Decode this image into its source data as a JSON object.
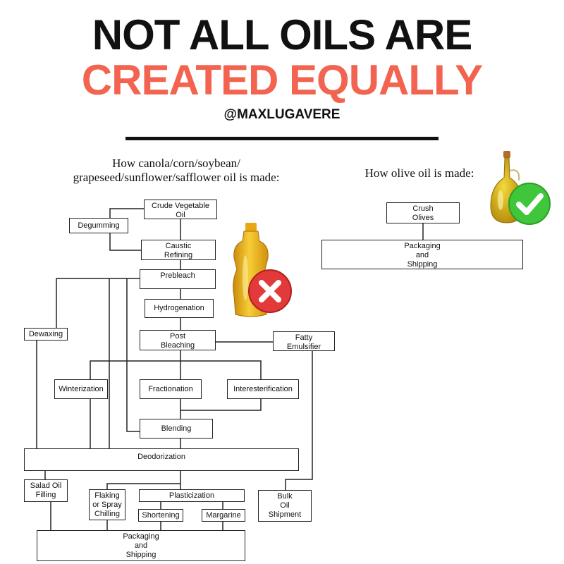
{
  "header": {
    "line1": "NOT ALL OILS ARE",
    "line2": "CREATED EQUALLY",
    "handle": "@MAXLUGAVERE",
    "colors": {
      "line1": "#111111",
      "line2": "#f26350"
    }
  },
  "seed_oil_section": {
    "caption_line1": "How canola/corn/soybean/",
    "caption_line2": "grapeseed/sunflower/safflower oil is made:",
    "badge_icon": "red-x-icon",
    "steps": {
      "crude_vegetable_oil": "Crude Vegetable\nOil",
      "degumming": "Degumming",
      "caustic_refining": "Caustic\nRefining",
      "prebleach": "Prebleach",
      "hydrogenation": "Hydrogenation",
      "dewaxing": "Dewaxing",
      "post_bleaching": "Post\nBleaching",
      "fatty_emulsifier": "Fatty\nEmulsifier",
      "winterization": "Winterization",
      "fractionation": "Fractionation",
      "interesterification": "Interesterification",
      "blending": "Blending",
      "deodorization": "Deodorization",
      "salad_oil_filling": "Salad Oil\nFilling",
      "flaking_or_spray_chilling": "Flaking\nor Spray\nChilling",
      "plasticization": "Plasticization",
      "shortening": "Shortening",
      "margarine": "Margarine",
      "bulk_oil_shipment": "Bulk\nOil\nShipment",
      "packaging_and_shipping": "Packaging\nand\nShipping"
    }
  },
  "olive_oil_section": {
    "caption": "How olive oil is made:",
    "badge_icon": "green-check-icon",
    "steps": {
      "crush_olives": "Crush\nOlives",
      "packaging_and_shipping": "Packaging\nand\nShipping"
    }
  }
}
